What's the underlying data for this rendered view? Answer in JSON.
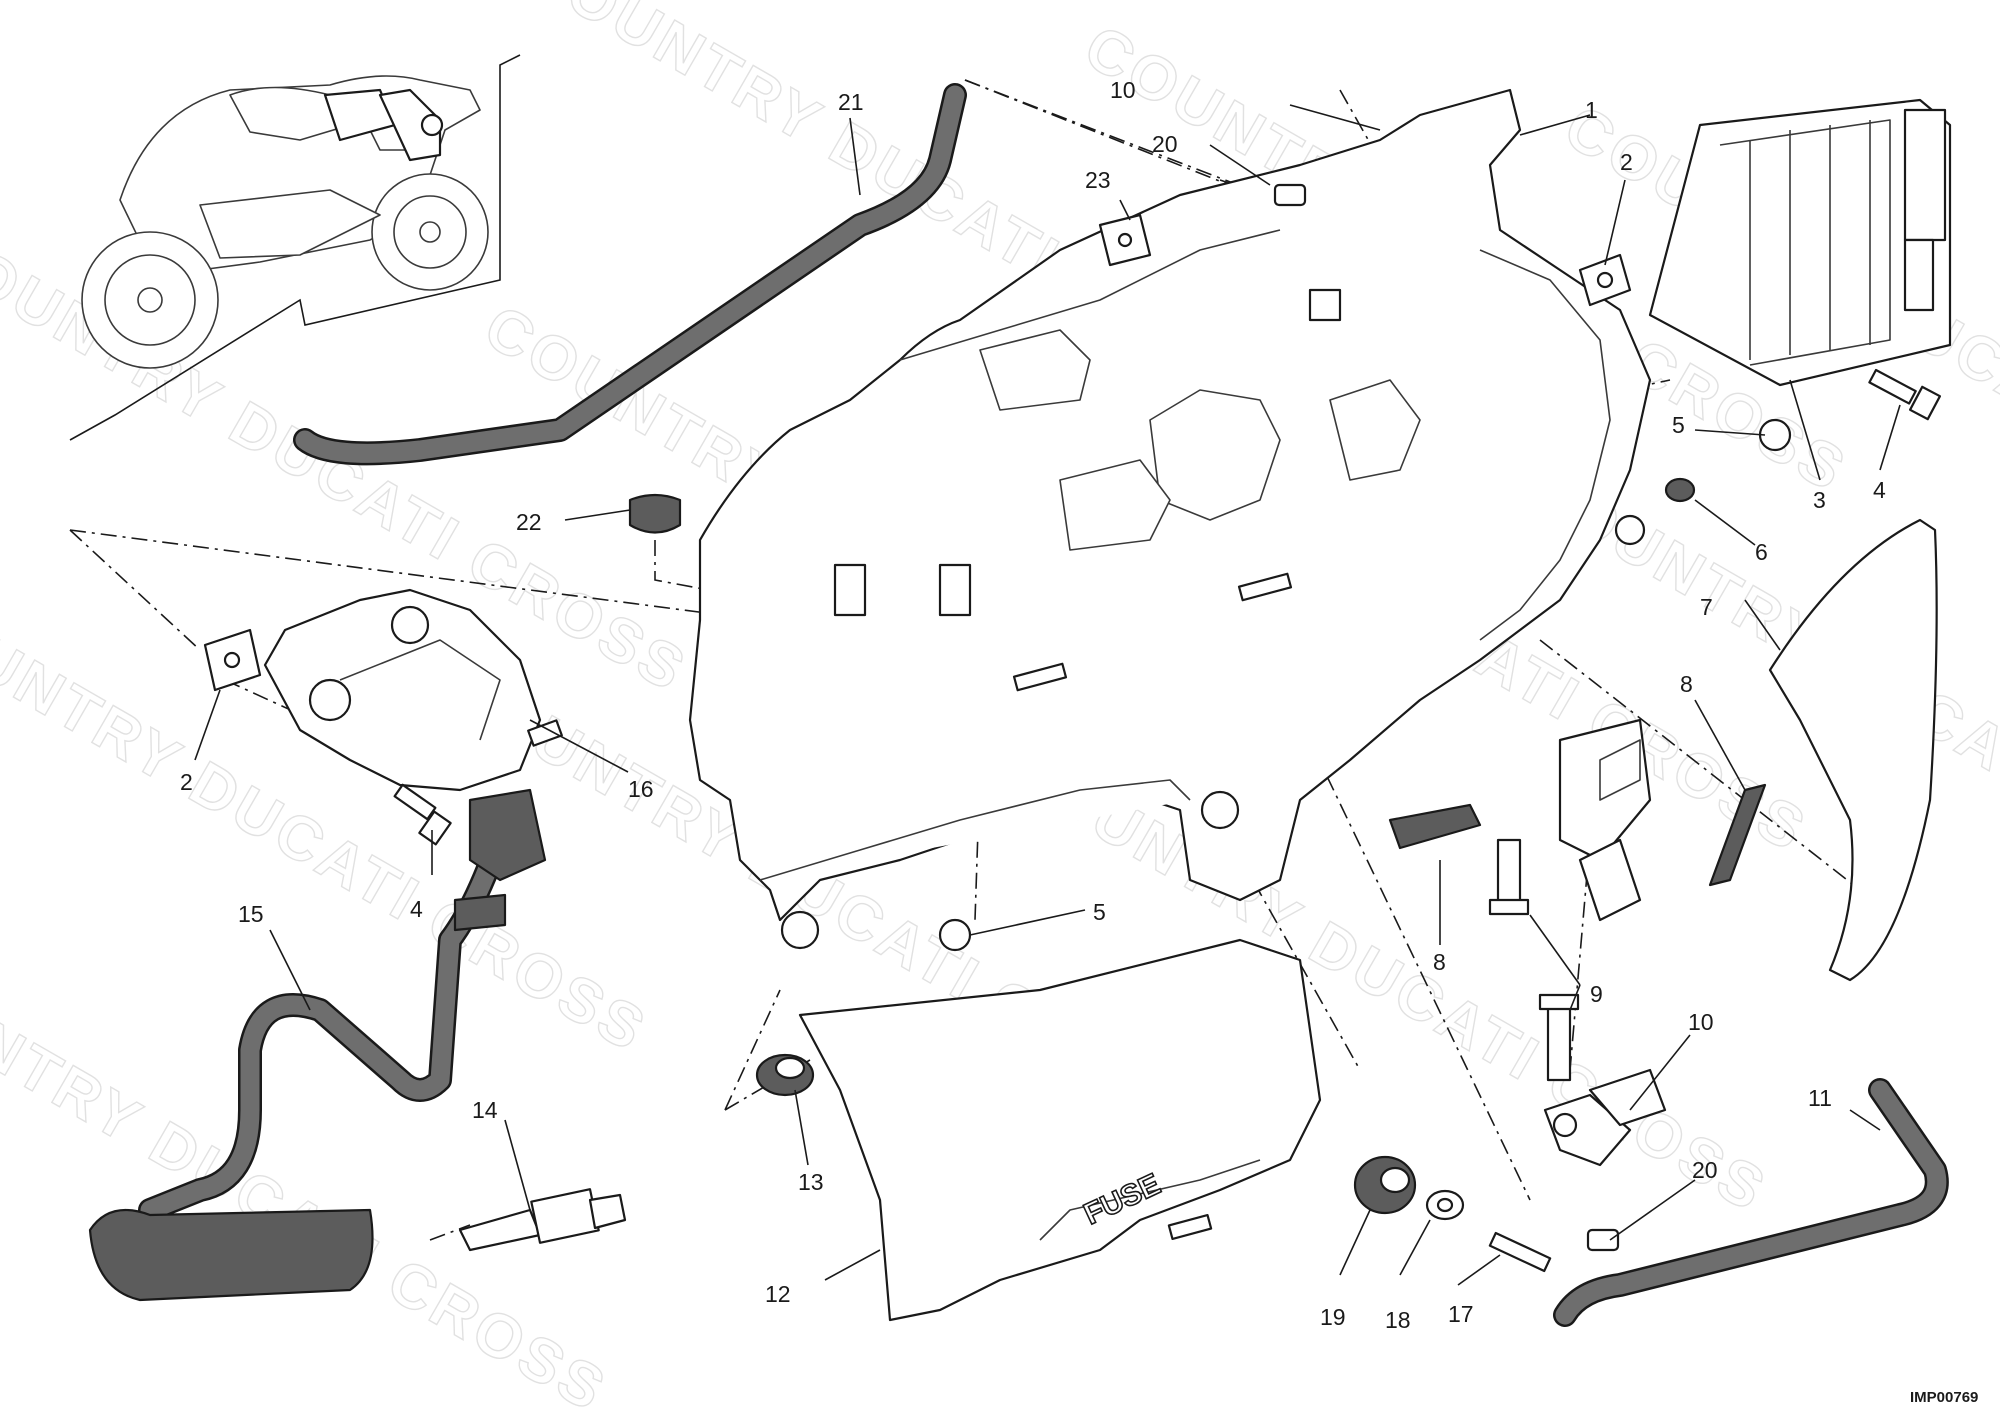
{
  "diagram": {
    "fuse_label": "FUSE",
    "image_code": "IMP00769",
    "watermark_text": "COUNTRY DUCATI CROSS",
    "callouts": [
      {
        "id": "c1",
        "text": "1"
      },
      {
        "id": "c2a",
        "text": "2"
      },
      {
        "id": "c2b",
        "text": "2"
      },
      {
        "id": "c3",
        "text": "3"
      },
      {
        "id": "c4a",
        "text": "4"
      },
      {
        "id": "c4b",
        "text": "4"
      },
      {
        "id": "c5a",
        "text": "5"
      },
      {
        "id": "c5b",
        "text": "5"
      },
      {
        "id": "c6",
        "text": "6"
      },
      {
        "id": "c7",
        "text": "7"
      },
      {
        "id": "c8a",
        "text": "8"
      },
      {
        "id": "c8b",
        "text": "8"
      },
      {
        "id": "c9",
        "text": "9"
      },
      {
        "id": "c10a",
        "text": "10"
      },
      {
        "id": "c10b",
        "text": "10"
      },
      {
        "id": "c11",
        "text": "11"
      },
      {
        "id": "c12",
        "text": "12"
      },
      {
        "id": "c13",
        "text": "13"
      },
      {
        "id": "c14",
        "text": "14"
      },
      {
        "id": "c15",
        "text": "15"
      },
      {
        "id": "c16",
        "text": "16"
      },
      {
        "id": "c17",
        "text": "17"
      },
      {
        "id": "c18",
        "text": "18"
      },
      {
        "id": "c19",
        "text": "19"
      },
      {
        "id": "c20a",
        "text": "20"
      },
      {
        "id": "c20b",
        "text": "20"
      },
      {
        "id": "c21",
        "text": "21"
      },
      {
        "id": "c22",
        "text": "22"
      },
      {
        "id": "c23",
        "text": "23"
      }
    ]
  }
}
